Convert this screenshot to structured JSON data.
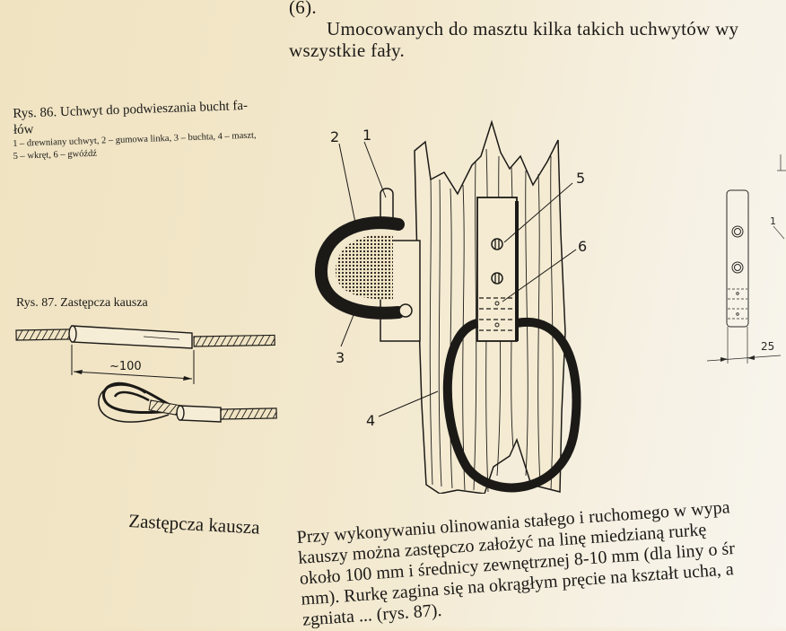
{
  "page": {
    "top_right": {
      "line0": "(6).",
      "line1": "Umocowanych do masztu kilka takich uchwytów wy",
      "line2": "wszystkie fały."
    },
    "figure86": {
      "caption_title_line1": "Rys. 86. Uchwyt do podwieszania bucht fa-",
      "caption_title_line2": "łów",
      "legend_line1": "1 – drewniany uchwyt, 2 – gumowa linka, 3 – buchta, 4 – maszt,",
      "legend_line2": "5 – wkręt, 6 – gwóźdź",
      "labels": [
        "1",
        "2",
        "3",
        "4",
        "5",
        "6"
      ],
      "side_dimension": "25",
      "side_label": "1"
    },
    "figure87": {
      "caption": "Rys. 87. Zastępcza kausza",
      "dimension": "~100"
    },
    "section_heading": "Zastępcza kausza",
    "bottom_paragraph": [
      "Przy wykonywaniu olinowania stałego i ruchomego w wypa",
      "kauszy można zastępczo założyć na linę miedzianą rurkę",
      "około 100 mm i średnicy zewnętrznej 8-10 mm (dla liny o śr",
      "mm). Rurkę zagina się na okrągłym pręcie na kształt ucha, a",
      "zgniata ... (rys. 87)."
    ],
    "colors": {
      "paper": "#f2e6c8",
      "ink": "#1c1a17"
    }
  }
}
